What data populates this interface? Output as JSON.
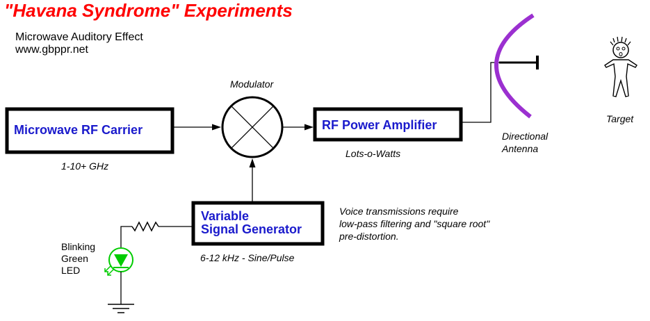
{
  "header": {
    "title": "\"Havana Syndrome\" Experiments",
    "subtitle": "Microwave Auditory Effect",
    "website": "www.gbppr.net"
  },
  "colors": {
    "title": "#ff0000",
    "box_label": "#1a1acc",
    "antenna": "#9b30d0",
    "led": "#00cc00",
    "line": "#000000"
  },
  "blocks": {
    "carrier": {
      "label": "Microwave RF Carrier",
      "note": "1-10+ GHz"
    },
    "modulator": {
      "label": "Modulator"
    },
    "amplifier": {
      "label": "RF Power Amplifier",
      "note": "Lots-o-Watts"
    },
    "generator": {
      "line1": "Variable",
      "line2": "Signal Generator",
      "note": "6-12 kHz - Sine/Pulse"
    },
    "antenna": {
      "line1": "Directional",
      "line2": "Antenna"
    },
    "target": {
      "label": "Target"
    },
    "led": {
      "line1": "Blinking",
      "line2": "Green",
      "line3": "LED"
    }
  },
  "voice_note": {
    "line1": "Voice transmissions require",
    "line2": "low-pass filtering and \"square root\"",
    "line3": "pre-distortion."
  },
  "icons": {
    "modulator": "mixer-x-circle-icon",
    "led": "led-diode-icon",
    "resistor": "resistor-zigzag-icon",
    "ground": "ground-symbol-icon",
    "antenna": "dish-antenna-icon",
    "target": "stick-figure-icon"
  }
}
